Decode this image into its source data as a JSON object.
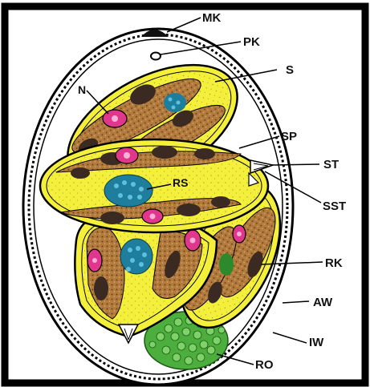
{
  "labels": {
    "mk": "MK",
    "pk": "PK",
    "s": "S",
    "n": "N",
    "sp": "SP",
    "st": "ST",
    "rs": "RS",
    "sst": "SST",
    "rk": "RK",
    "aw": "AW",
    "iw": "IW",
    "ro": "RO"
  },
  "colors": {
    "frame": "#000000",
    "sporocyst_fill": "#f3ef3a",
    "cytoplasm": "#b27a3c",
    "sporozoite_dark": "#3a2a22",
    "nucleus": "#e0368c",
    "residual_body": "#1e7e9c",
    "oocyst_residuum": "#4cae3c"
  }
}
